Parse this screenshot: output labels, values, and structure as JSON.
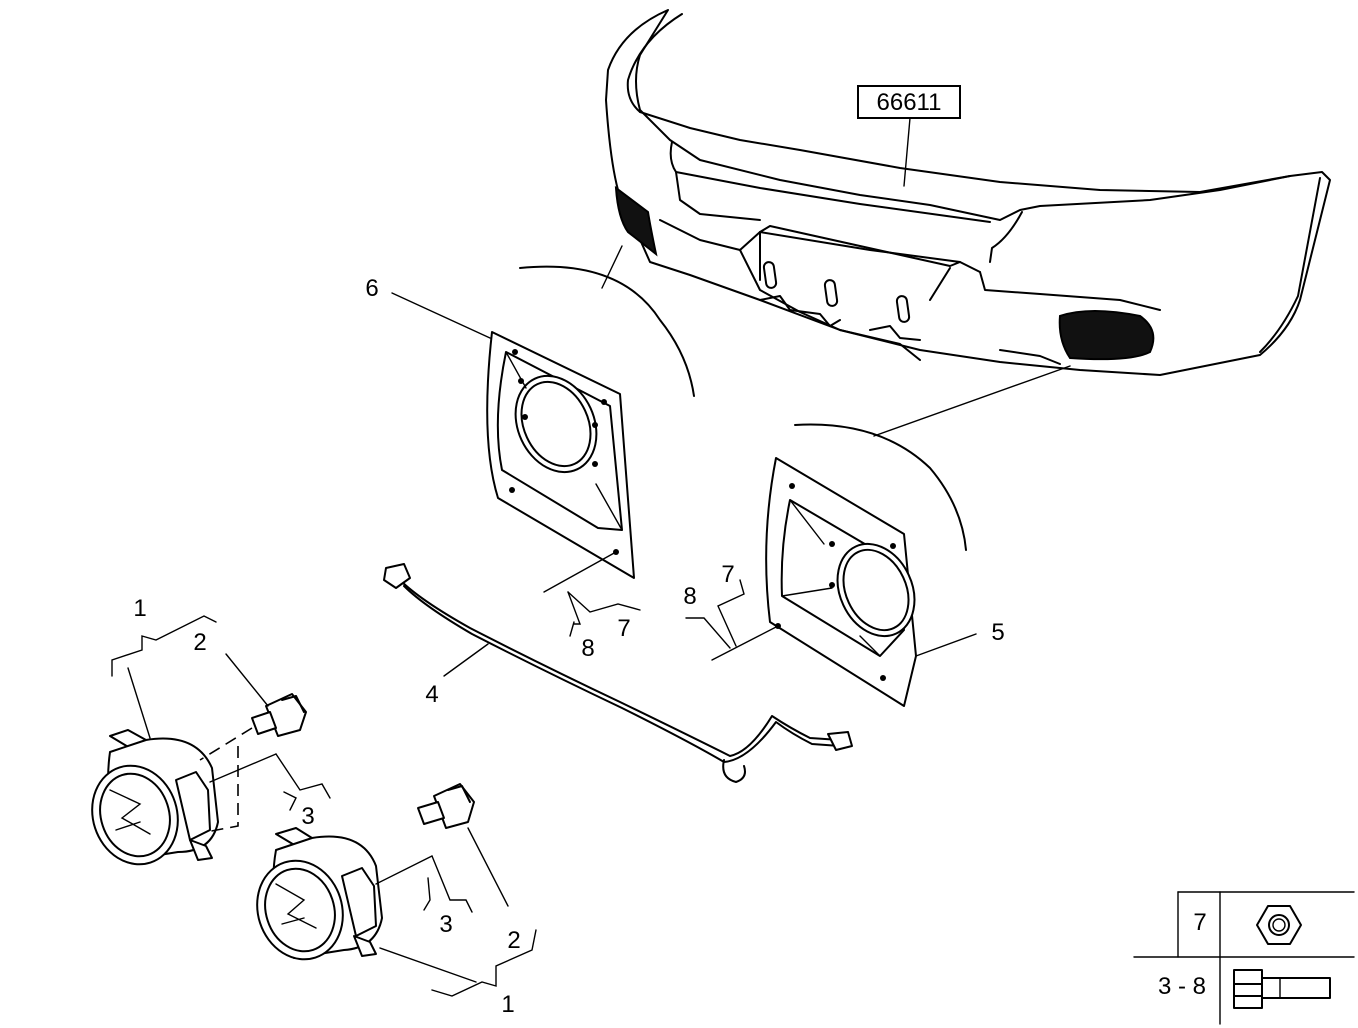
{
  "reference": {
    "label": "66611"
  },
  "callouts": {
    "c1a": "1",
    "c1b": "1",
    "c2a": "2",
    "c2b": "2",
    "c3a": "3",
    "c3b": "3",
    "c4": "4",
    "c5": "5",
    "c6": "6",
    "c7a": "7",
    "c7b": "7",
    "c8a": "8",
    "c8b": "8"
  },
  "legend": {
    "rows": [
      {
        "label": "7",
        "icon": "hex-nut-icon"
      },
      {
        "label": "3 - 8",
        "icon": "hex-bolt-icon"
      }
    ]
  }
}
